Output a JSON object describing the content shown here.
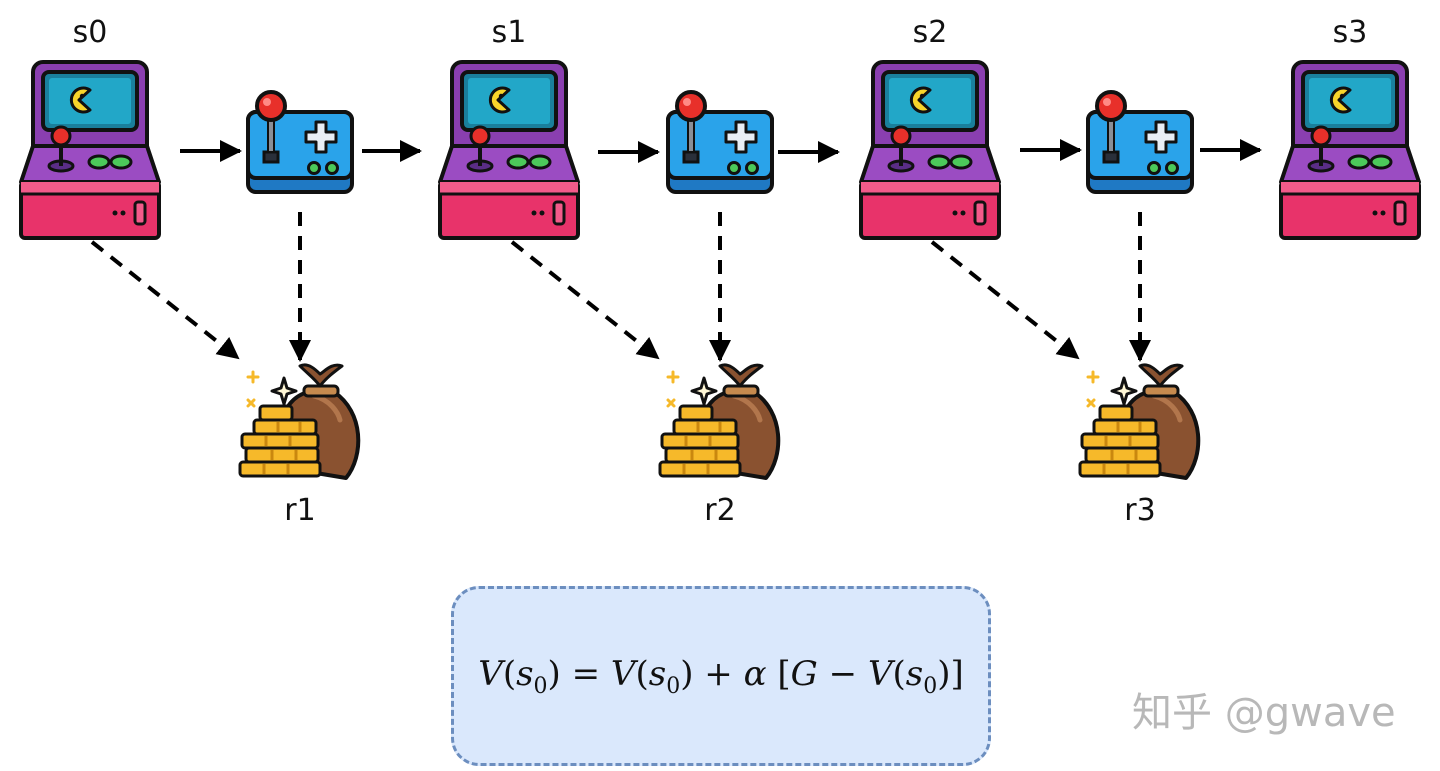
{
  "states": [
    {
      "label": "s0"
    },
    {
      "label": "s1"
    },
    {
      "label": "s2"
    },
    {
      "label": "s3"
    }
  ],
  "rewards": [
    {
      "label": "r1"
    },
    {
      "label": "r2"
    },
    {
      "label": "r3"
    }
  ],
  "formula": {
    "lhs_fn": "V",
    "lhs_arg": "s",
    "lhs_sub": "0",
    "eq": "=",
    "rhs1_fn": "V",
    "rhs1_arg": "s",
    "rhs1_sub": "0",
    "plus": "+",
    "alpha": "α",
    "G": "G",
    "minus": "−",
    "rhs2_fn": "V",
    "rhs2_arg": "s",
    "rhs2_sub": "0"
  },
  "watermark": "知乎 @gwave",
  "colors": {
    "arcade_body": "#8a3fb0",
    "arcade_base": "#e8336a",
    "arcade_screen": "#22a7c8",
    "controller": "#2aa3ea",
    "coin": "#f6b92a",
    "bag": "#8a5230",
    "formula_fill": "#dae8fc",
    "formula_border": "#6c8ebf"
  },
  "icons": [
    "arcade-machine-icon",
    "joystick-controller-icon",
    "money-bag-icon"
  ]
}
